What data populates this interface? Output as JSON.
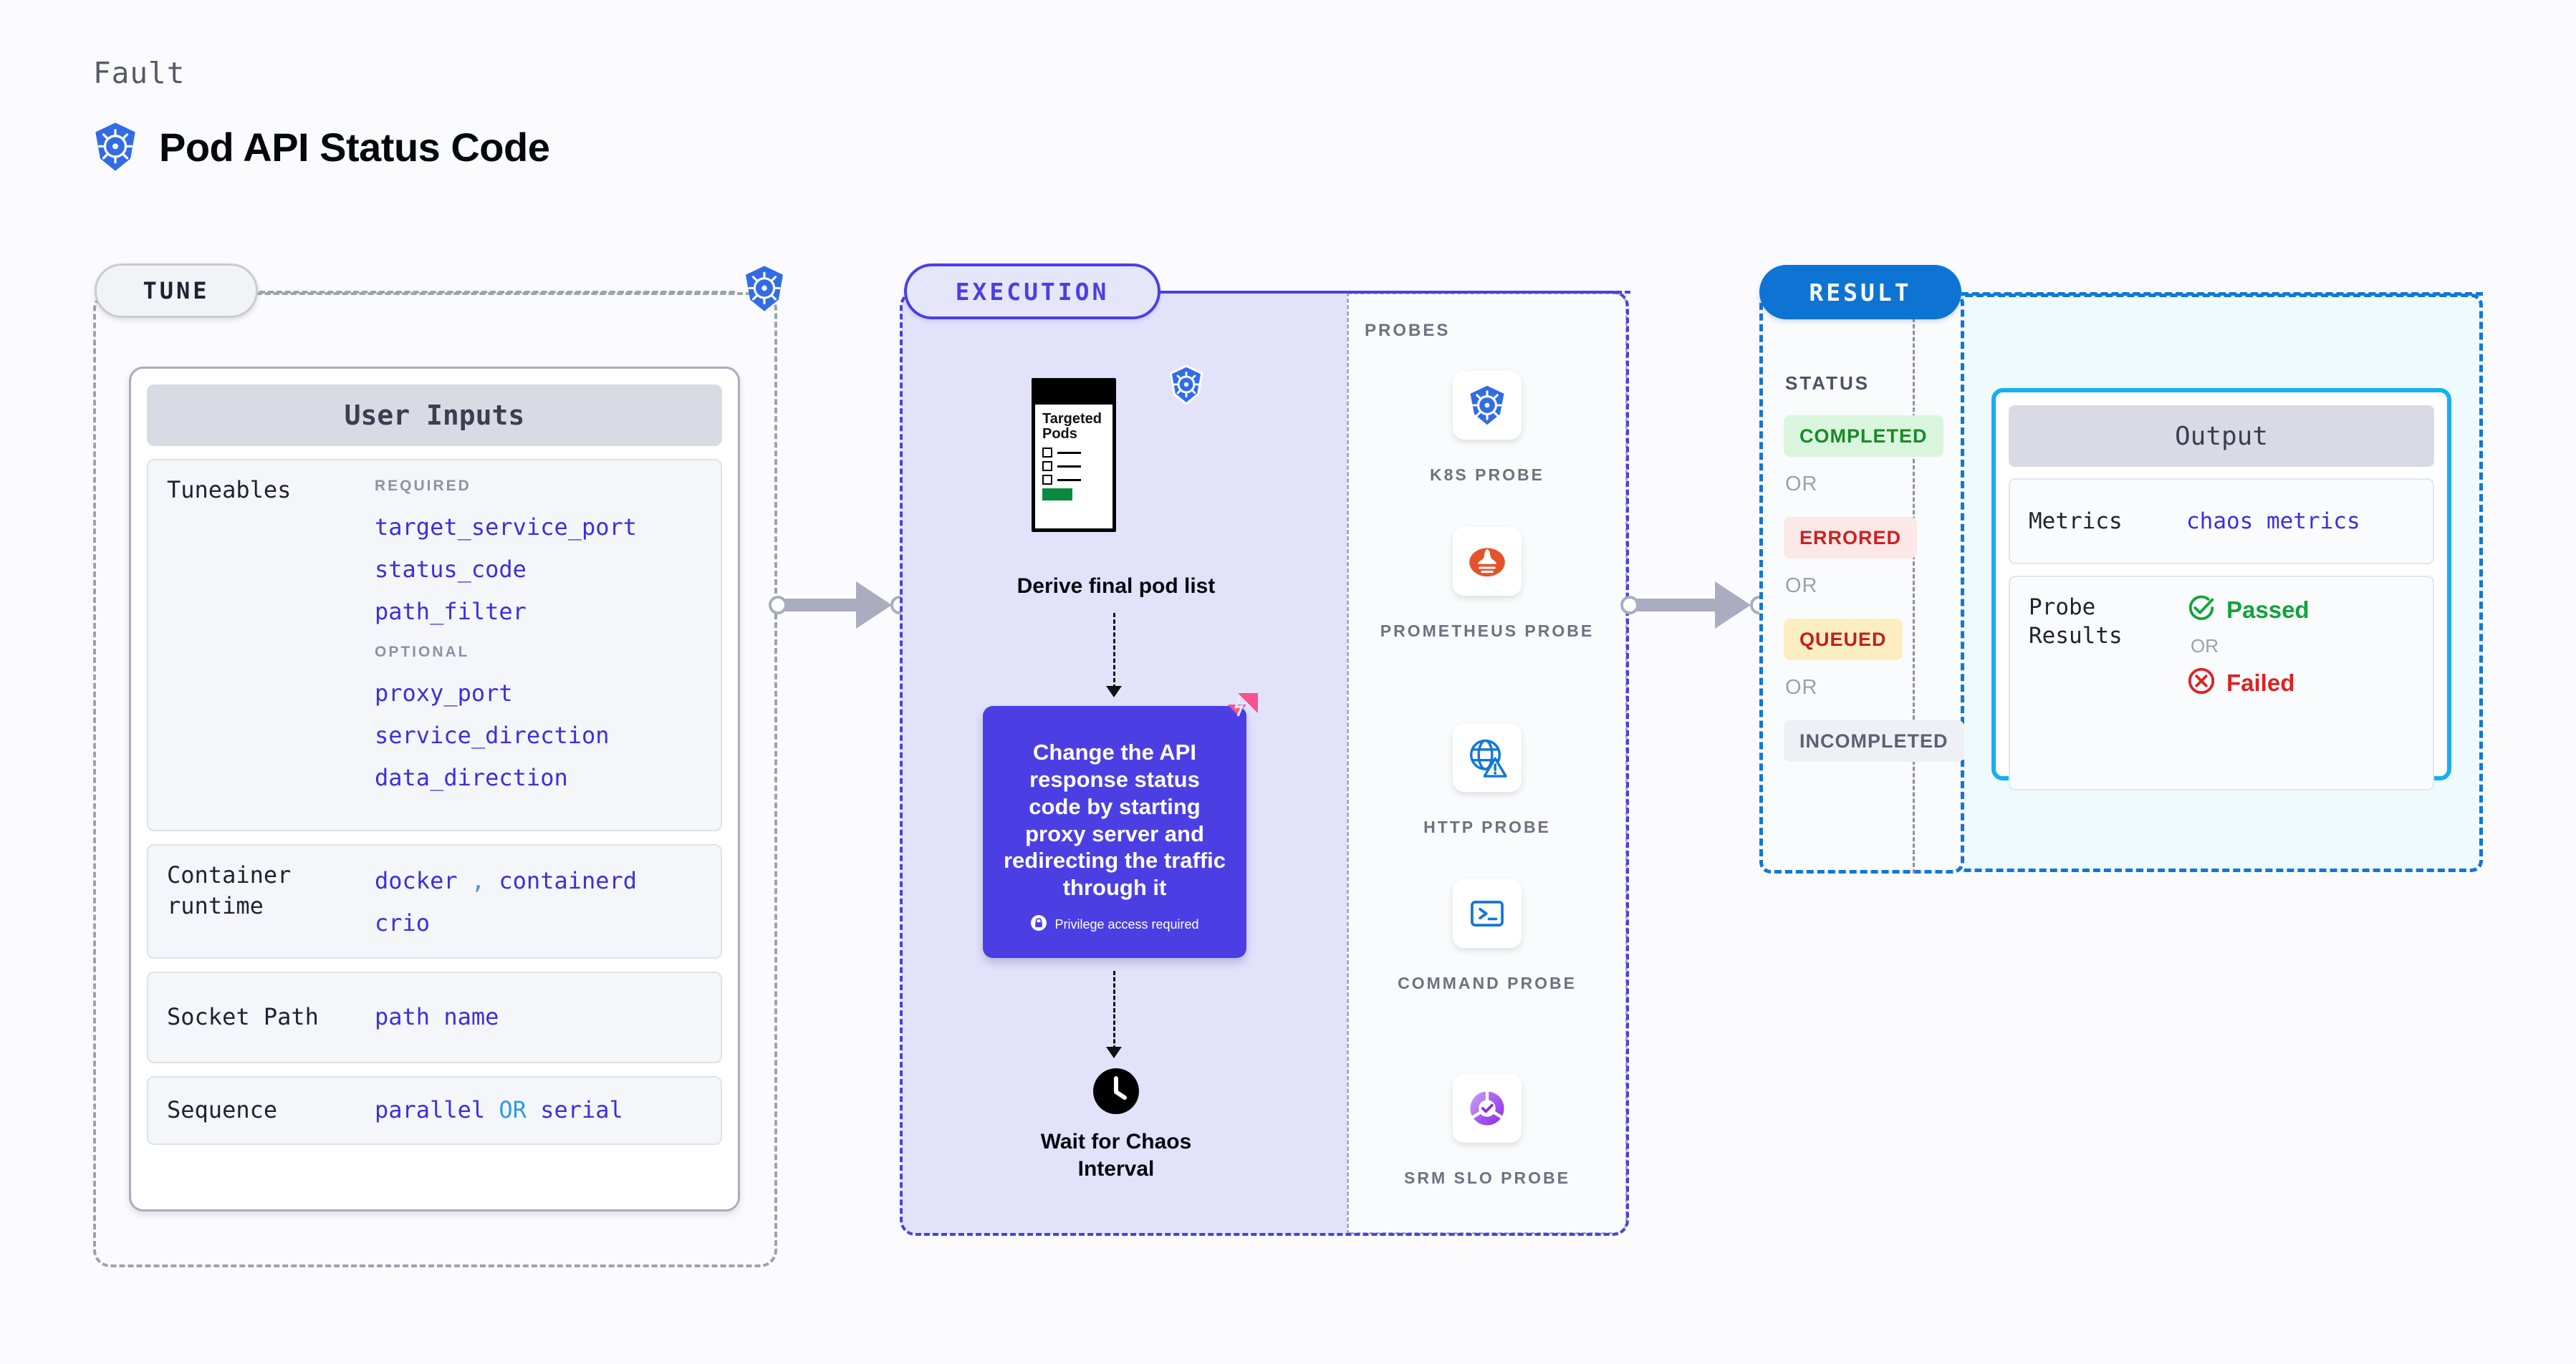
{
  "header": {
    "eyebrow": "Fault",
    "title": "Pod API Status Code",
    "icon": "kubernetes-icon"
  },
  "tune": {
    "pill_label": "TUNE",
    "badge_icon": "kubernetes-icon",
    "card_title": "User Inputs",
    "sections": [
      {
        "label": "Tuneables",
        "groups": [
          {
            "kicker": "REQUIRED",
            "values": [
              "target_service_port",
              "status_code",
              "path_filter"
            ]
          },
          {
            "kicker": "OPTIONAL",
            "values": [
              "proxy_port",
              "service_direction",
              "data_direction"
            ]
          }
        ]
      },
      {
        "label": "Container runtime",
        "values_line1": "docker",
        "separator": ",",
        "values_line1b": "containerd",
        "values_line2": "crio"
      },
      {
        "label": "Socket Path",
        "value": "path name"
      },
      {
        "label": "Sequence",
        "value_a": "parallel",
        "or": "OR",
        "value_b": "serial"
      }
    ]
  },
  "execution": {
    "pill_label": "EXECUTION",
    "doc": {
      "title_line1": "Targeted",
      "title_line2": "Pods",
      "badge_icon": "kubernetes-icon"
    },
    "step1_caption": "Derive final pod list",
    "action_card": {
      "text": "Change the API response status code by starting proxy server and redirecting the traffic through it",
      "privilege_note": "Privilege access required",
      "privilege_icon": "lock-icon",
      "ribbon_icon": "harness-ribbon-icon",
      "color": "#4b3fe4"
    },
    "step3_caption_line1": "Wait for Chaos",
    "step3_caption_line2": "Interval",
    "step3_icon": "clock-icon"
  },
  "probes": {
    "label": "PROBES",
    "items": [
      {
        "icon": "kubernetes-icon",
        "label": "K8S PROBE"
      },
      {
        "icon": "prometheus-icon",
        "label": "PROMETHEUS PROBE"
      },
      {
        "icon": "http-globe-icon",
        "label": "HTTP PROBE"
      },
      {
        "icon": "command-terminal-icon",
        "label": "COMMAND PROBE"
      },
      {
        "icon": "srm-slo-icon",
        "label": "SRM SLO PROBE"
      }
    ]
  },
  "result": {
    "pill_label": "RESULT",
    "status_label": "STATUS",
    "or_label": "OR",
    "statuses": [
      {
        "text": "COMPLETED",
        "bg": "#d9f5de",
        "fg": "#1a8a26"
      },
      {
        "text": "ERRORED",
        "bg": "#fde8e8",
        "fg": "#cf2020"
      },
      {
        "text": "QUEUED",
        "bg": "#fdeec2",
        "fg": "#c02020"
      },
      {
        "text": "INCOMPLETED",
        "bg": "#eef0f5",
        "fg": "#5b6175"
      }
    ]
  },
  "output": {
    "title": "Output",
    "rows": [
      {
        "label": "Metrics",
        "value": "chaos metrics"
      },
      {
        "label": "Probe Results",
        "passed": "Passed",
        "or": "OR",
        "failed": "Failed",
        "pass_icon": "check-circle-icon",
        "fail_icon": "x-circle-icon"
      }
    ]
  }
}
